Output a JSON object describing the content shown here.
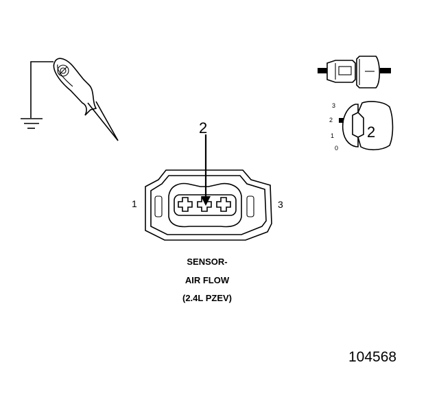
{
  "probe_icons": {
    "ground_symbol": "ground-icon",
    "probe": "test-probe-icon",
    "probe_clip": "ground-clip-icon"
  },
  "terminal_icons": {
    "side_view": "terminal-side-view-icon",
    "front_view": "terminal-front-view-icon",
    "scale_labels": [
      "3",
      "2",
      "1",
      "0"
    ],
    "front_label": "2"
  },
  "connector": {
    "pointer_label": "2",
    "pin_left_label": "1",
    "pin_right_label": "3",
    "caption_lines": [
      "SENSOR-",
      "AIR FLOW",
      "(2.4L PZEV)"
    ]
  },
  "figure_number": "104568",
  "colors": {
    "ink": "#000000",
    "background": "#ffffff"
  }
}
